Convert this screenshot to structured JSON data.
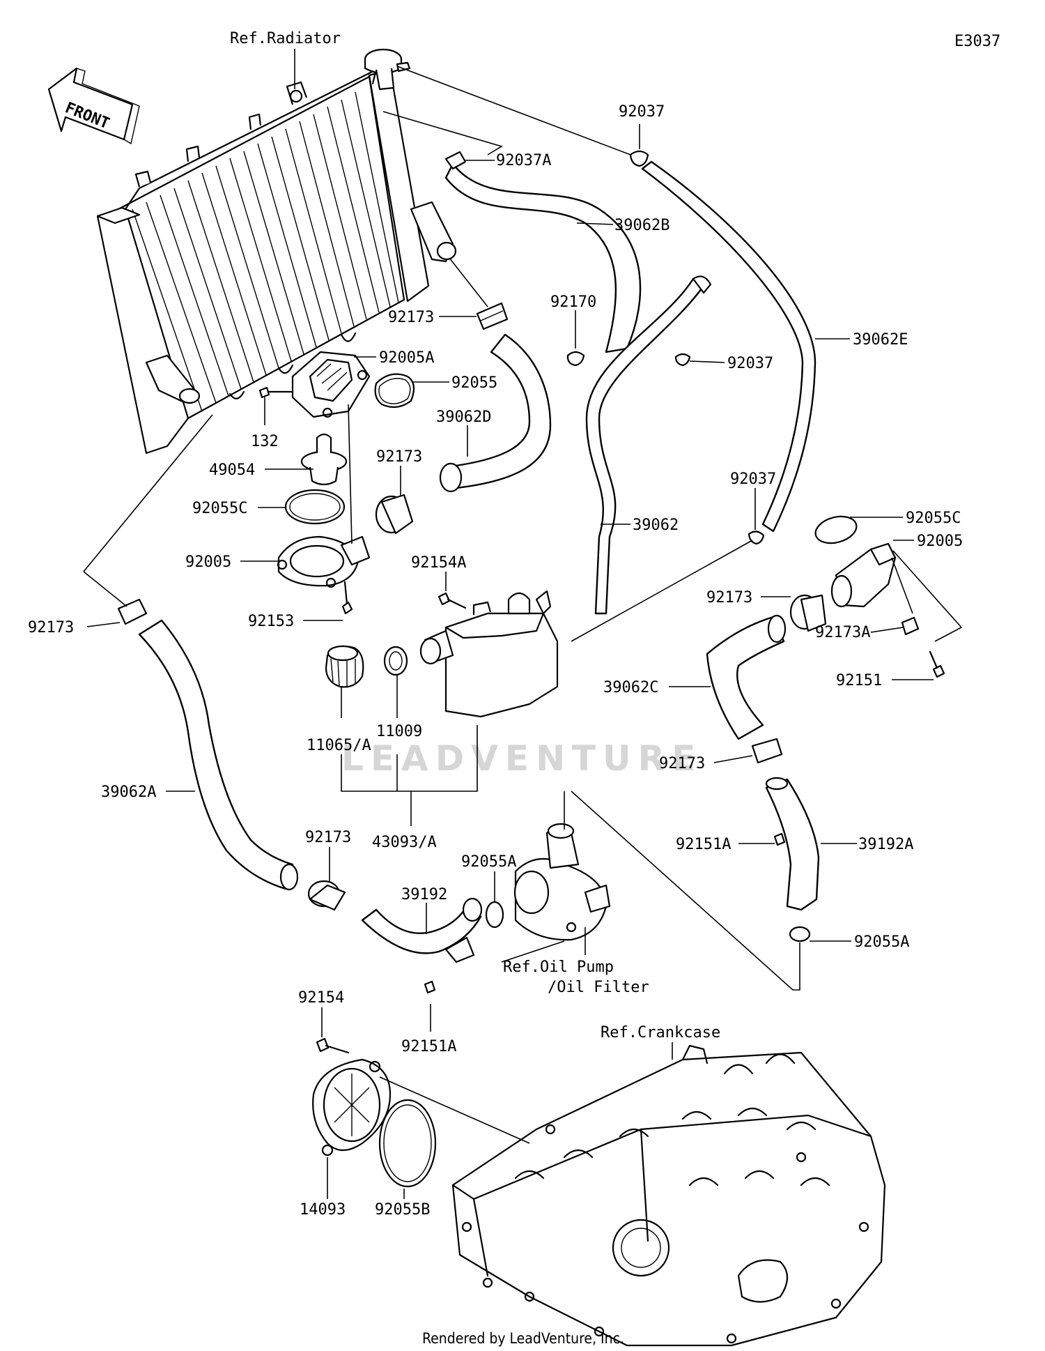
{
  "diagram_code": "E3037",
  "watermark": "LEADVENTURE",
  "front_arrow": "FRONT",
  "footer": "Rendered by LeadVenture, Inc.",
  "refs": {
    "radiator": "Ref.Radiator",
    "oil_pump_line1": "Ref.Oil Pump",
    "oil_pump_line2": "/Oil Filter",
    "crankcase": "Ref.Crankcase"
  },
  "labels": {
    "p92037_top": "92037",
    "p92037A": "92037A",
    "p39062B": "39062B",
    "p92170": "92170",
    "p92037_mid": "92037",
    "p39062E": "39062E",
    "p92173_top": "92173",
    "p92005A": "92005A",
    "p92055": "92055",
    "p132": "132",
    "p39062D": "39062D",
    "p49054": "49054",
    "p92173_mid": "92173",
    "p92055C_left": "92055C",
    "p39062": "39062",
    "p92037_right": "92037",
    "p92055C_right": "92055C",
    "p92005_right": "92005",
    "p92005_left": "92005",
    "p92154A": "92154A",
    "p92173_right": "92173",
    "p92173A": "92173A",
    "p92173_left": "92173",
    "p92153": "92153",
    "p92151": "92151",
    "p39062C": "39062C",
    "p11065A": "11065/A",
    "p11009": "11009",
    "p92173_lower_right": "92173",
    "p39062A": "39062A",
    "p43093A": "43093/A",
    "p92151A_right": "92151A",
    "p39192A": "39192A",
    "p92173_bottom": "92173",
    "p92055A_mid": "92055A",
    "p39192": "39192",
    "p92055A_right": "92055A",
    "p92154": "92154",
    "p92151A_bottom": "92151A",
    "p14093": "14093",
    "p92055B": "92055B"
  }
}
